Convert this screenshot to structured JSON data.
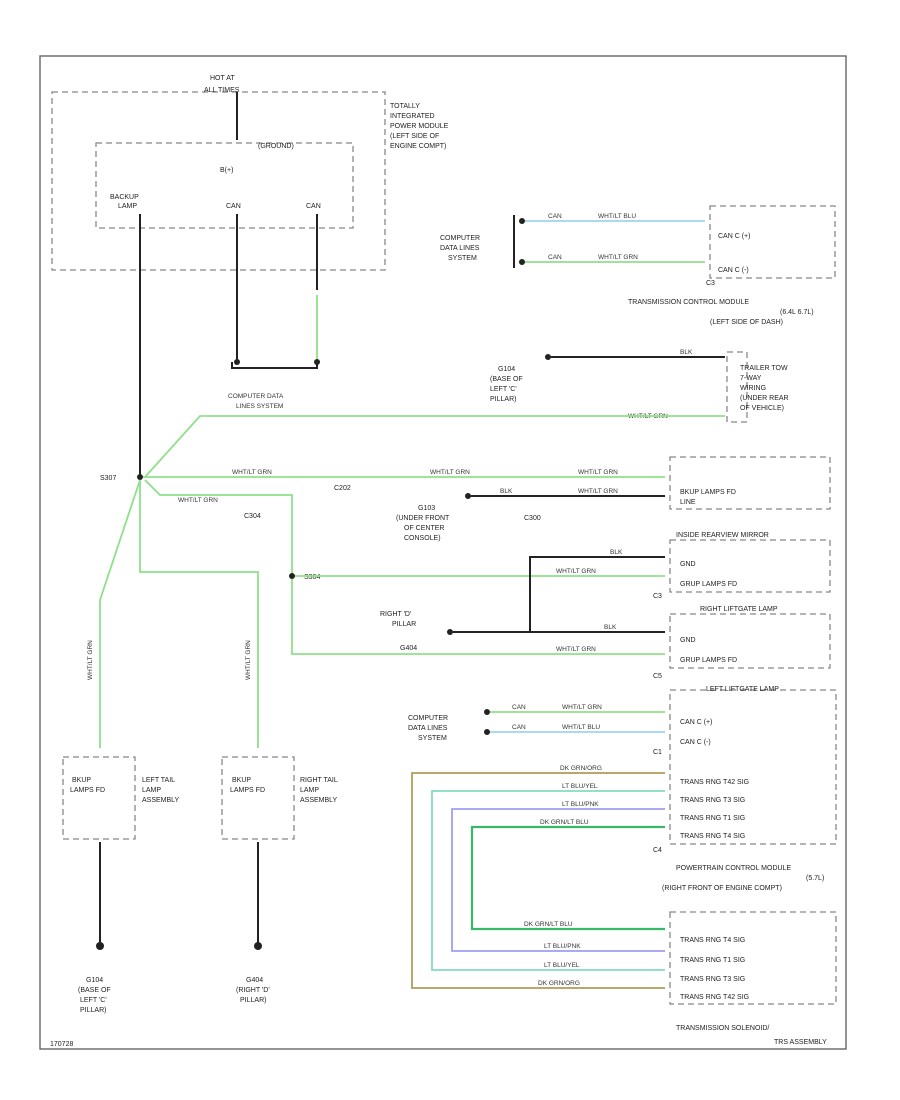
{
  "footer_code": "170728",
  "components": {
    "tipm": {
      "lines": [
        "TOTALLY",
        "INTEGRATED",
        "POWER MODULE",
        "(LEFT SIDE OF",
        "ENGINE COMPT)"
      ],
      "inner_title": "(GROUND)",
      "bplus": "B(+)",
      "backup_lamp": "BACKUP LAMP",
      "can1": "CAN",
      "can2": "CAN",
      "hot": [
        "HOT AT",
        "ALL TIMES"
      ]
    },
    "tcm": {
      "lines": [
        "TRANSMISSION CONTROL MODULE",
        "(6.4L 6.7L)",
        "(LEFT SIDE OF DASH)"
      ],
      "pins": [
        "CAN C (+)",
        "CAN C (-)"
      ],
      "conn": "C3"
    },
    "trailer": {
      "lines": [
        "TRAILER TOW",
        "7-WAY",
        "WIRING",
        "(UNDER REAR",
        "OF VEHICLE)"
      ]
    },
    "backup_fd": {
      "lines": [
        "BKUP LAMPS FD",
        "LINE"
      ]
    },
    "mirror": {
      "title": "INSIDE REARVIEW MIRROR",
      "pins": [
        "GND",
        "GRUP LAMPS FD"
      ],
      "conn": "C3"
    },
    "right_liftgate": {
      "title": "RIGHT LIFTGATE LAMP",
      "pins": [
        "GND",
        "GRUP LAMPS FD"
      ],
      "conn": "C5"
    },
    "left_liftgate": {
      "title": "LEFT LIFTGATE LAMP",
      "pins": [
        "CAN C (+)",
        "CAN C (-)"
      ],
      "conn": "C1"
    },
    "pcm": {
      "pins": [
        "TRANS RNG T42 SIG",
        "TRANS RNG T3 SIG",
        "TRANS RNG T1 SIG",
        "TRANS RNG T4 SIG"
      ],
      "conn": "C4",
      "lines": [
        "POWERTRAIN CONTROL MODULE",
        "(5.7L)",
        "(RIGHT FRONT OF ENGINE COMPT)"
      ]
    },
    "solenoid": {
      "pins": [
        "TRANS RNG T4 SIG",
        "TRANS RNG T1 SIG",
        "TRANS RNG T3 SIG",
        "TRANS RNG T42 SIG"
      ],
      "lines": [
        "TRANSMISSION SOLENOID/",
        "TRS ASSEMBLY"
      ]
    },
    "left_tail": {
      "inner": [
        "BKUP",
        "LAMPS FD"
      ],
      "lines": [
        "LEFT TAIL",
        "LAMP",
        "ASSEMBLY"
      ]
    },
    "right_tail": {
      "inner": [
        "BKUP",
        "LAMPS FD"
      ],
      "lines": [
        "RIGHT TAIL",
        "LAMP",
        "ASSEMBLY"
      ]
    }
  },
  "system_labels": {
    "cdl_top": [
      "COMPUTER",
      "DATA LINES",
      "SYSTEM"
    ],
    "cdl_mid": [
      "COMPUTER DATA",
      "LINES SYSTEM"
    ],
    "cdl_low": [
      "COMPUTER",
      "DATA LINES",
      "SYSTEM"
    ]
  },
  "grounds": {
    "g104_top": [
      "G104",
      "(BASE OF",
      "LEFT 'C'",
      "PILLAR)"
    ],
    "g103": [
      "G103",
      "(UNDER FRONT",
      "OF CENTER",
      "CONSOLE)"
    ],
    "g404": [
      "RIGHT 'D'",
      "PILLAR",
      "G404"
    ],
    "g104_bottom": [
      "G104",
      "(BASE OF",
      "LEFT 'C'",
      "PILLAR)"
    ],
    "g404_bottom": [
      "G404",
      "(RIGHT 'D'",
      "PILLAR)"
    ]
  },
  "splices": {
    "s307": "S307",
    "s304": "S304"
  },
  "connectors": {
    "c202": "C202",
    "c300": "C300",
    "c304": "C304"
  },
  "wires": {
    "can_blu": "WHT/LT BLU",
    "can_grn": "WHT/LT GRN",
    "can": "CAN",
    "blk": "BLK",
    "wht_grn": "WHT/LT GRN",
    "dg_orn": "DK GRN/ORG",
    "lt_blu_yel": "LT BLU/YEL",
    "lt_blu_pnk": "LT BLU/PNK",
    "dk_grn_lt_blu": "DK GRN/LT BLU"
  }
}
